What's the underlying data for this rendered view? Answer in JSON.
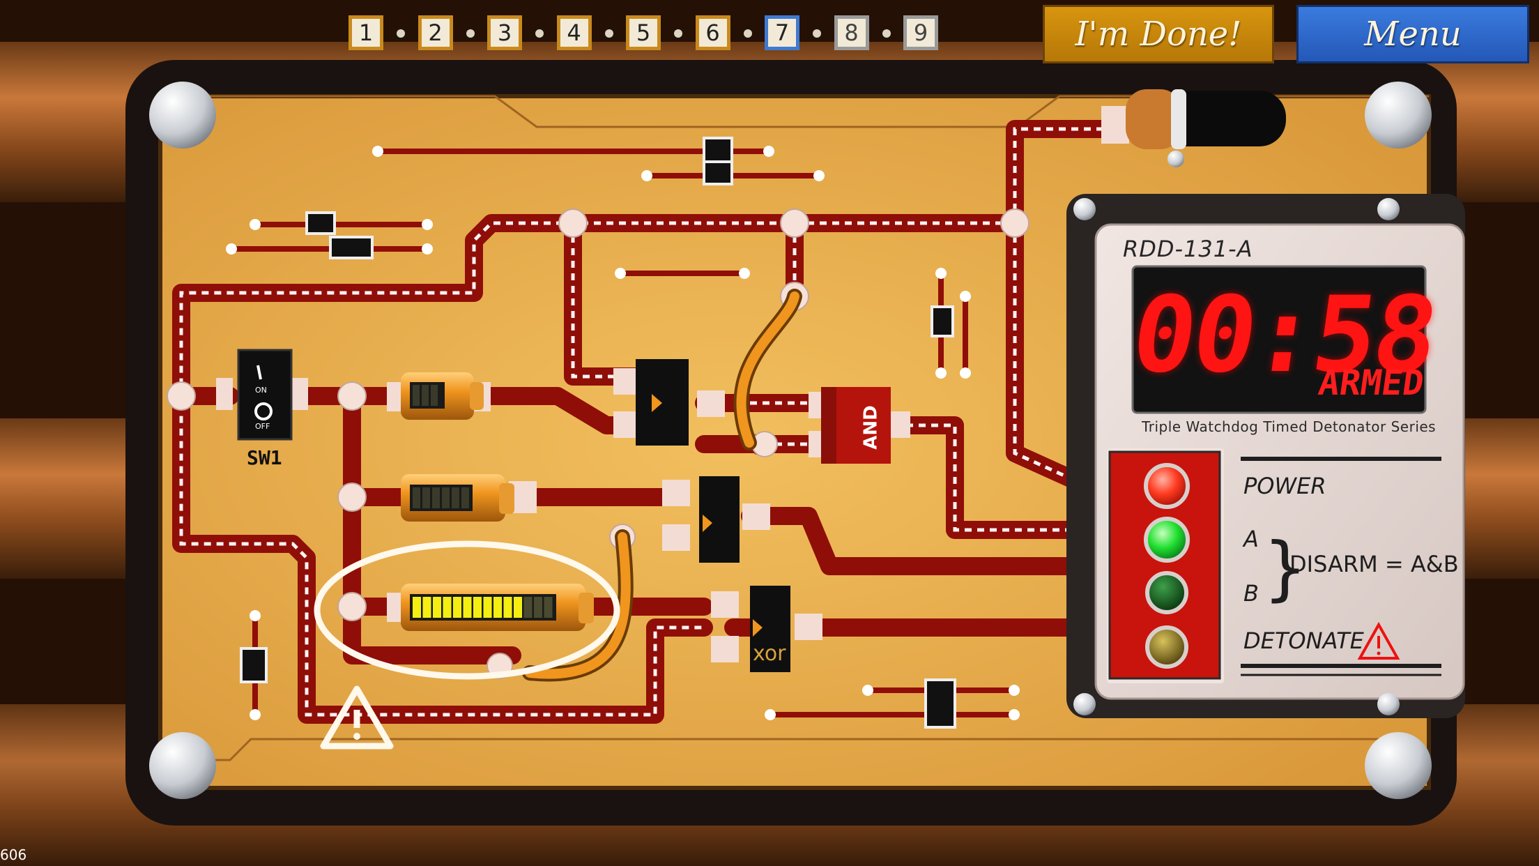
{
  "levels": [
    {
      "label": "1",
      "state": "completed"
    },
    {
      "label": "2",
      "state": "completed"
    },
    {
      "label": "3",
      "state": "completed"
    },
    {
      "label": "4",
      "state": "completed"
    },
    {
      "label": "5",
      "state": "completed"
    },
    {
      "label": "6",
      "state": "completed"
    },
    {
      "label": "7",
      "state": "current"
    },
    {
      "label": "8",
      "state": "locked"
    },
    {
      "label": "9",
      "state": "locked"
    }
  ],
  "buttons": {
    "done": "I'm Done!",
    "menu": "Menu"
  },
  "switch": {
    "label": "SW1",
    "on": "ON",
    "off": "OFF"
  },
  "gates": {
    "and": "AND",
    "xor": "xor"
  },
  "detonator": {
    "model": "RDD-131-A",
    "timer": "00:58",
    "status": "ARMED",
    "series": "Triple Watchdog Timed Detonator Series",
    "labels": {
      "power": "POWER",
      "a": "A",
      "b": "B",
      "disarm": "DISARM = A&B",
      "detonate": "DETONATE"
    }
  },
  "lights": [
    {
      "name": "power",
      "state": "red"
    },
    {
      "name": "a",
      "state": "green-on"
    },
    {
      "name": "b",
      "state": "green-off"
    },
    {
      "name": "detonate",
      "state": "yellow-off"
    }
  ],
  "batteries": [
    {
      "name": "battery-1",
      "charge": 0.0
    },
    {
      "name": "battery-2",
      "charge": 0.0
    },
    {
      "name": "battery-3",
      "charge": 0.75
    }
  ],
  "colors": {
    "trace": "#8f0e08",
    "board": "#e8aa46",
    "accent": "#3f7ad1",
    "timer": "#ff1414"
  },
  "fps": "606"
}
